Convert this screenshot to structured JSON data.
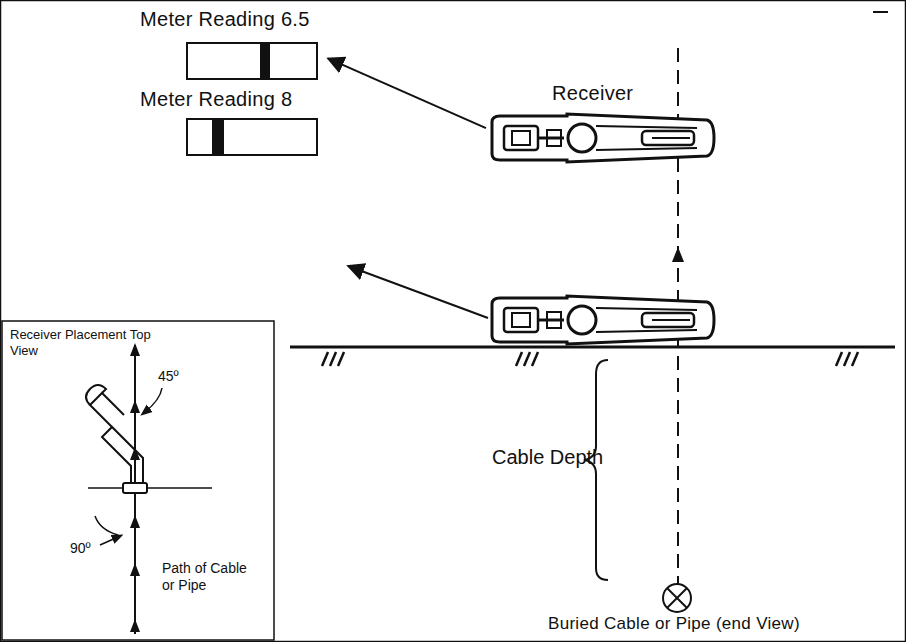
{
  "diagram": {
    "nodes": [
      {
        "text": [
          "Meter Reading 6.5"
        ]
      },
      {
        "text": [
          "Meter Reading 8"
        ]
      },
      {
        "text": [
          "Receiver"
        ]
      },
      {
        "text": [
          "Receiver Placement Top View"
        ]
      },
      {
        "text": [
          "Buried Cable or Pipe (end View)"
        ]
      }
    ],
    "edges": [
      {
        "from": 2,
        "to": 0,
        "arrow": "to"
      }
    ],
    "labels": [
      "Cable Depth",
      "45º",
      "90º",
      "Path of Cable or Pipe"
    ]
  }
}
